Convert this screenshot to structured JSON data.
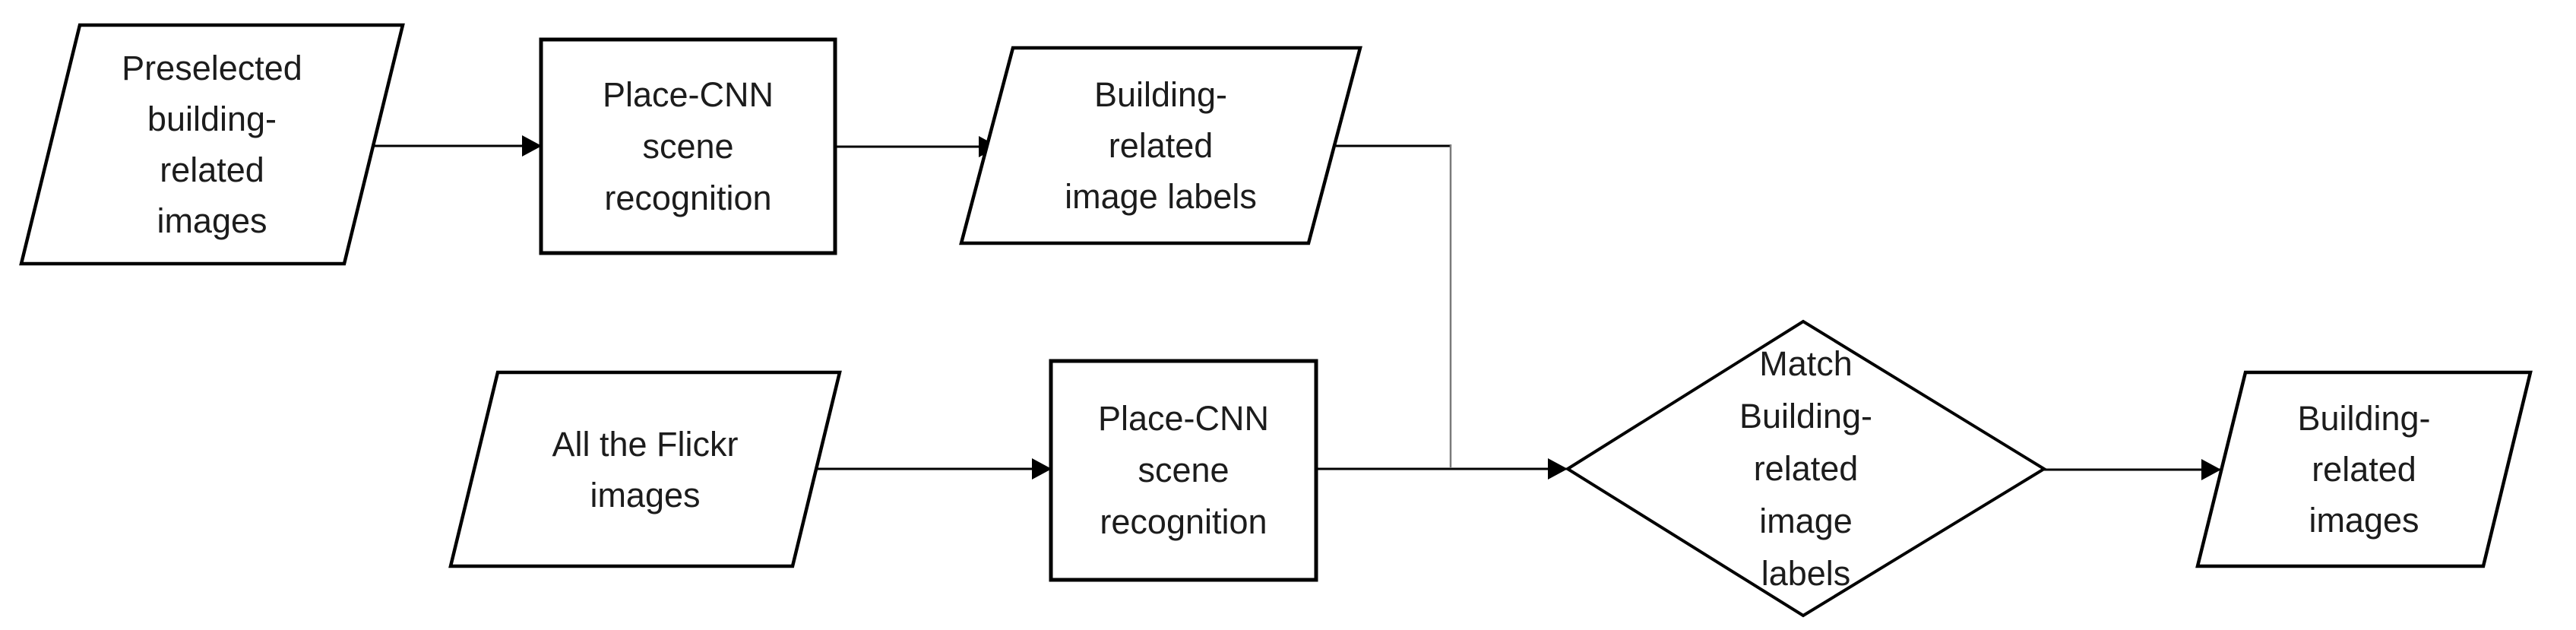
{
  "diagram": {
    "title": "Building-related image filtering flowchart",
    "background_color": "#ffffff",
    "stroke_color": "#000000",
    "text_color": "#1c1c1c",
    "connector_gray_color": "#7a7a7a",
    "nodes": {
      "preselected_images": {
        "type": "data-parallelogram",
        "label": "Preselected\nbuilding-\nrelated\nimages"
      },
      "place_cnn_top": {
        "type": "process-rectangle",
        "label": "Place-CNN\nscene\nrecognition"
      },
      "building_labels": {
        "type": "data-parallelogram",
        "label": "Building-\nrelated\nimage labels"
      },
      "flickr_images": {
        "type": "data-parallelogram",
        "label": "All the Flickr\nimages"
      },
      "place_cnn_bottom": {
        "type": "process-rectangle",
        "label": "Place-CNN\nscene\nrecognition"
      },
      "match_labels": {
        "type": "decision-diamond",
        "label": "Match\nBuilding-\nrelated\nimage\nlabels"
      },
      "building_images": {
        "type": "data-parallelogram",
        "label": "Building-\nrelated\nimages"
      }
    },
    "edges": [
      {
        "from": "preselected_images",
        "to": "place_cnn_top"
      },
      {
        "from": "place_cnn_top",
        "to": "building_labels"
      },
      {
        "from": "building_labels",
        "to": "match_labels"
      },
      {
        "from": "flickr_images",
        "to": "place_cnn_bottom"
      },
      {
        "from": "place_cnn_bottom",
        "to": "match_labels"
      },
      {
        "from": "match_labels",
        "to": "building_images"
      }
    ]
  }
}
